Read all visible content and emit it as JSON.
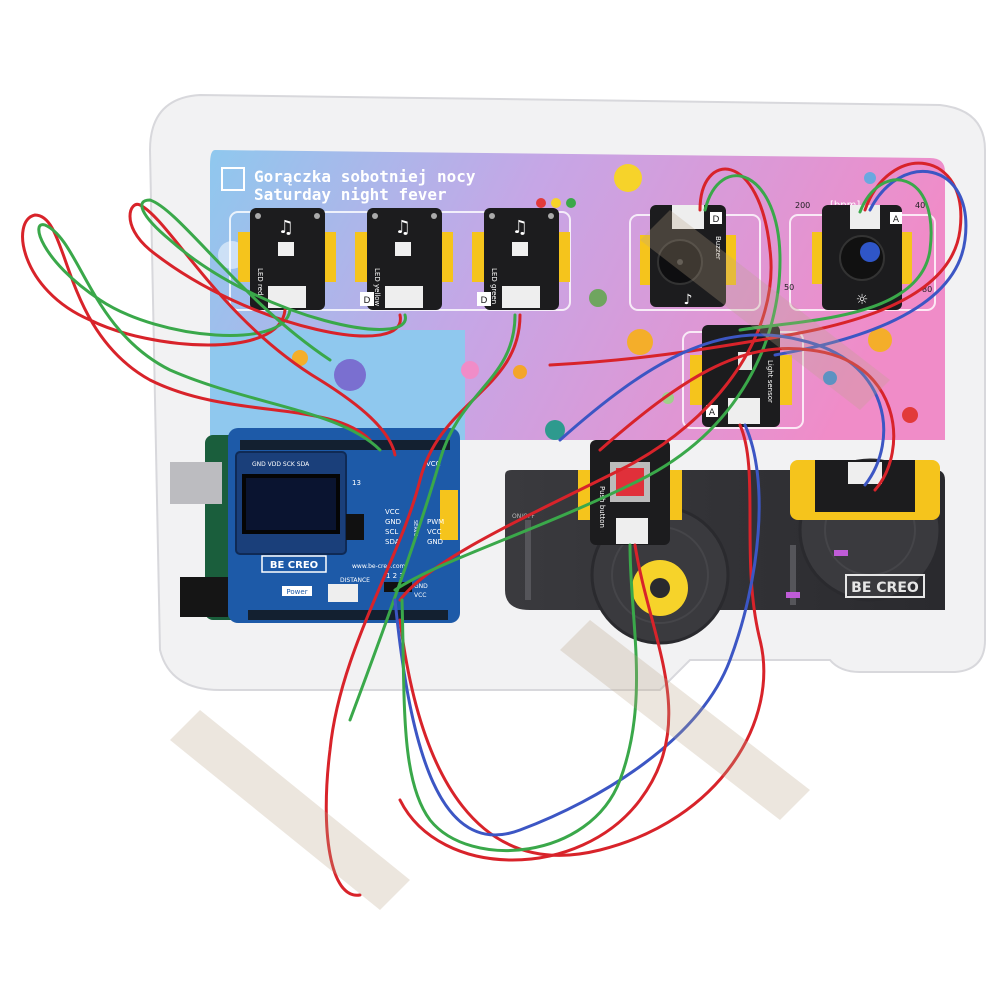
{
  "board": {
    "title_pl": "Gorączka sobotniej nocy",
    "title_en": "Saturday night fever",
    "brand": "BE CREO"
  },
  "modules": {
    "led_red": "LED red",
    "led_yellow": "LED yellow",
    "led_green": "LED green",
    "buzzer": "Buzzer",
    "light_sensor": "Light sensor",
    "push_button": "Push button",
    "port_d": "D",
    "port_a": "A"
  },
  "tempo": {
    "unit": "[bpm]",
    "scale_200": "200",
    "scale_40": "40",
    "scale_80": "80",
    "scale_50": "50"
  },
  "shield": {
    "brand": "BE CREO",
    "oled_pins": "GND VDD SCK SDA",
    "i2c_pins": [
      "VCC",
      "GND",
      "SCL",
      "SDA"
    ],
    "pwm_pins": [
      "PWM",
      "VCC",
      "GND"
    ],
    "servo_label": "SERVO",
    "power_label": "Power",
    "header_nums": "1 2 3",
    "gnd": "GND",
    "vcc": "VCC",
    "pin13": "13",
    "vcc_top": "VCC",
    "distance": "DISTANCE",
    "url": "www.be-creo.com"
  },
  "dj": {
    "on_off": "ON/OFF"
  },
  "colors": {
    "board_blue": "#8fc8ee",
    "board_pink": "#f08cc8",
    "board_purple": "#c6a6e6",
    "module_yellow": "#f5c41c",
    "pcb_black": "#1c1c1e",
    "shield_blue": "#1d5aa8",
    "wire_red": "#d8232a",
    "wire_green": "#3aa84a",
    "wire_blue": "#3c56c4"
  },
  "icons": {
    "led": "led-bulb-icon",
    "buzzer": "speaker-icon",
    "light": "sun-icon"
  }
}
